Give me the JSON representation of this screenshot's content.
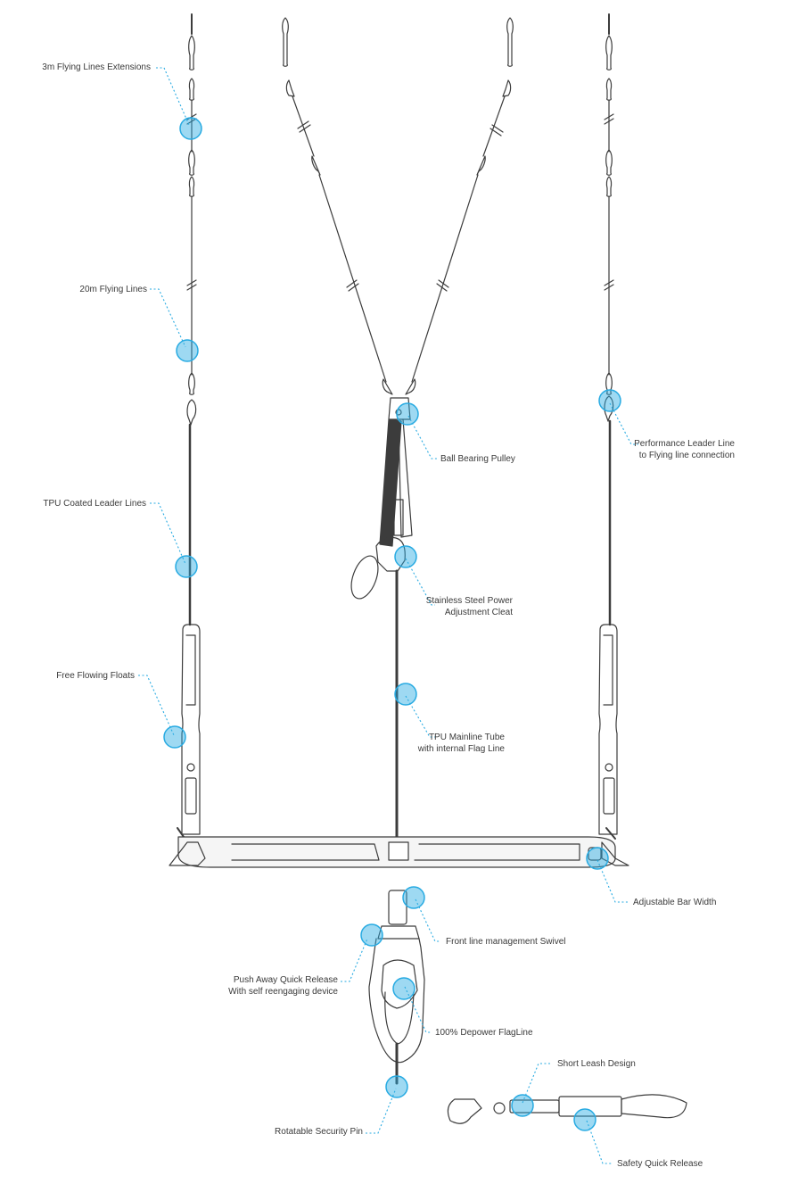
{
  "colors": {
    "accent": "#29abe2",
    "line": "#3c3c3c",
    "bar_fill": "#f5f5f5"
  },
  "labels": {
    "flying_line_extensions": "3m Flying Lines Extensions",
    "flying_lines": "20m Flying Lines",
    "tpu_leader_lines": "TPU Coated Leader Lines",
    "free_flowing_floats": "Free Flowing Floats",
    "push_away_release": [
      "Push Away Quick Release",
      "With self reengaging device"
    ],
    "rotatable_pin": "Rotatable Security Pin",
    "ball_bearing_pulley": "Ball Bearing Pulley",
    "power_cleat": [
      "Stainless Steel Power",
      "Adjustment Cleat"
    ],
    "mainline_tube": [
      "TPU Mainline Tube",
      "with internal Flag Line"
    ],
    "performance_leader": [
      "Performance Leader Line",
      "to Flying line connection"
    ],
    "adjustable_bar_width": "Adjustable Bar Width",
    "front_line_swivel": "Front line management Swivel",
    "depower_flagline": "100% Depower FlagLine",
    "short_leash": "Short Leash Design",
    "safety_release": "Safety Quick Release"
  }
}
